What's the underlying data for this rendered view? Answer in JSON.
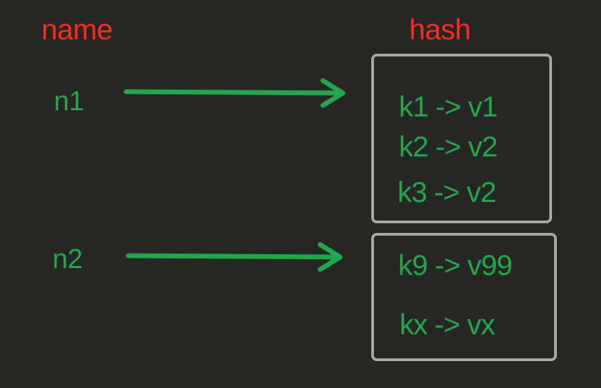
{
  "headers": {
    "name": "name",
    "hash": "hash"
  },
  "colors": {
    "background": "#262624",
    "header": "#ff2a1a",
    "text": "#22a84a",
    "arrow": "#22a84a",
    "box_border": "#a7a7a5"
  },
  "records": [
    {
      "key": "n1",
      "entries": [
        "k1 -> v1",
        "k2 -> v2",
        "k3 -> v2"
      ]
    },
    {
      "key": "n2",
      "entries": [
        "k9 -> v99",
        "kx -> vx"
      ]
    }
  ]
}
